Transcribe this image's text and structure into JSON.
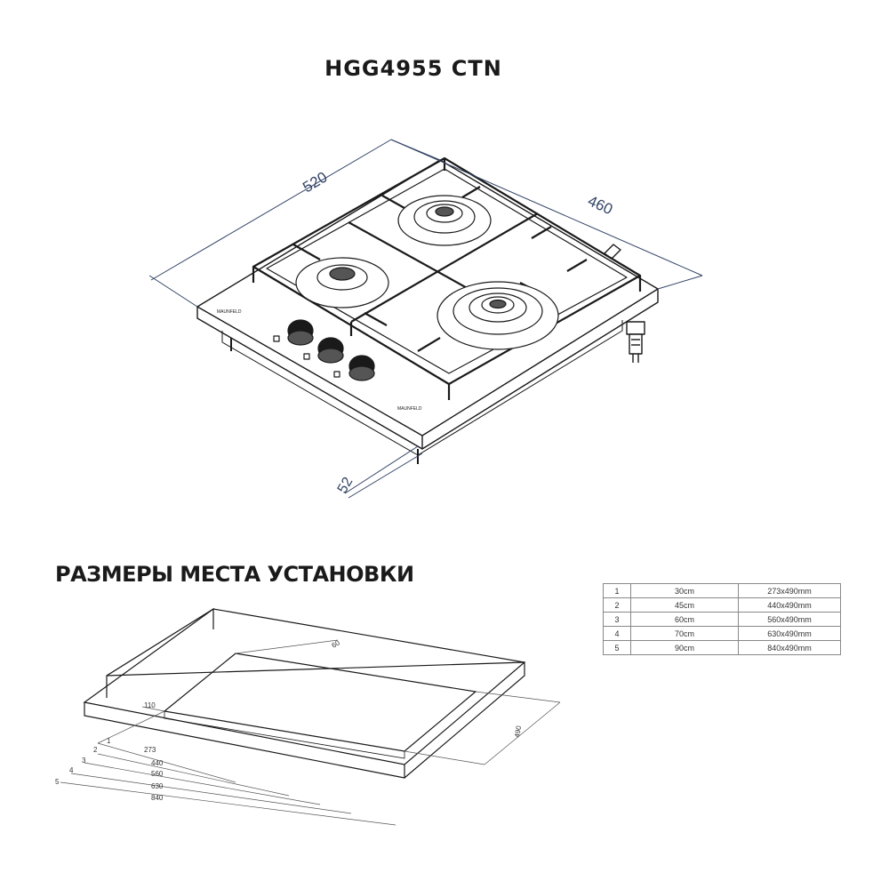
{
  "title": "HGG4955 CTN",
  "section_title": "РАЗМЕРЫ МЕСТА УСТАНОВКИ",
  "hob": {
    "dims": {
      "width": "520",
      "depth": "460",
      "height": "52"
    },
    "logo_text": "MAUNFELD"
  },
  "cutout": {
    "labels": {
      "depth": "490",
      "top": "60",
      "left": "110",
      "rows": [
        {
          "index": "1",
          "value": "273"
        },
        {
          "index": "2",
          "value": "440"
        },
        {
          "index": "3",
          "value": "560"
        },
        {
          "index": "4",
          "value": "630"
        },
        {
          "index": "5",
          "value": "840"
        }
      ]
    }
  },
  "sizes_table": [
    [
      "1",
      "30cm",
      "273x490mm"
    ],
    [
      "2",
      "45cm",
      "440x490mm"
    ],
    [
      "3",
      "60cm",
      "560x490mm"
    ],
    [
      "4",
      "70cm",
      "630x490mm"
    ],
    [
      "5",
      "90cm",
      "840x490mm"
    ]
  ],
  "colors": {
    "line": "#1a1a1a",
    "dimension": "#334466",
    "text": "#1a1a1a"
  }
}
